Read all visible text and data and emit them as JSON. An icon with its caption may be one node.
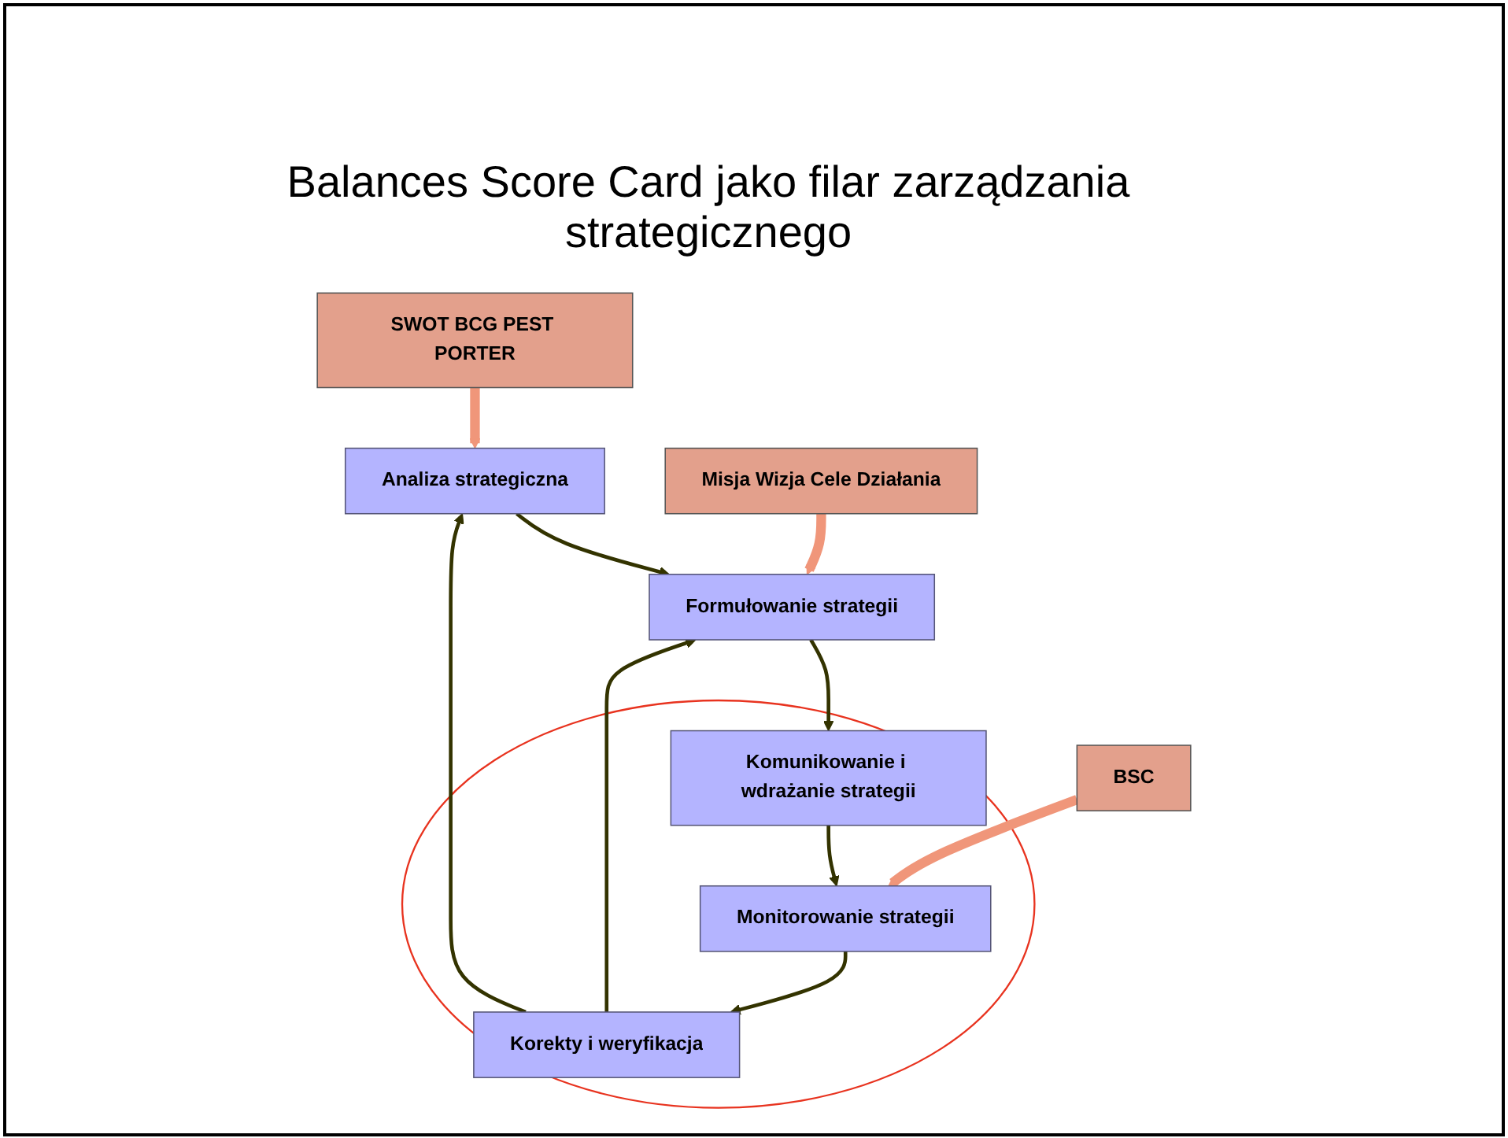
{
  "diagram": {
    "title": "Balances Score Card jako filar zarządzania strategicznego",
    "nodes": [
      {
        "text": [
          "Analiza strategiczna"
        ]
      },
      {
        "text": [
          "Formułowanie strategii"
        ]
      },
      {
        "text": [],
        "shape": "ellipse"
      },
      {
        "text": [
          "Komunikowanie i wdrażanie strategii"
        ],
        "in": 2
      },
      {
        "text": [
          "Monitorowanie strategii"
        ],
        "in": 2
      },
      {
        "text": [
          "Korekty i weryfikacja"
        ],
        "in": 2
      },
      {
        "text": [
          "SWOT BCG PEST PORTER"
        ]
      },
      {
        "text": [
          "Misja Wizja Cele Działania"
        ]
      },
      {
        "text": [
          "BSC"
        ]
      }
    ],
    "edges": [
      {
        "from": 0,
        "to": 1,
        "arrow": "to"
      },
      {
        "from": 1,
        "to": 3,
        "arrow": "to"
      },
      {
        "from": 3,
        "to": 4,
        "arrow": "to"
      },
      {
        "from": 4,
        "to": 5,
        "arrow": "to"
      },
      {
        "from": 5,
        "to": 0,
        "arrow": "to"
      },
      {
        "from": 5,
        "to": 1,
        "arrow": "to"
      },
      {
        "from": 6,
        "to": 0,
        "arrow": "to",
        "style": "thick",
        "color": "#f0967a"
      },
      {
        "from": 7,
        "to": 1,
        "arrow": "to",
        "style": "thick",
        "color": "#f0967a"
      },
      {
        "from": 8,
        "to": 4,
        "arrow": "to",
        "style": "thick",
        "color": "#f0967a"
      }
    ]
  }
}
